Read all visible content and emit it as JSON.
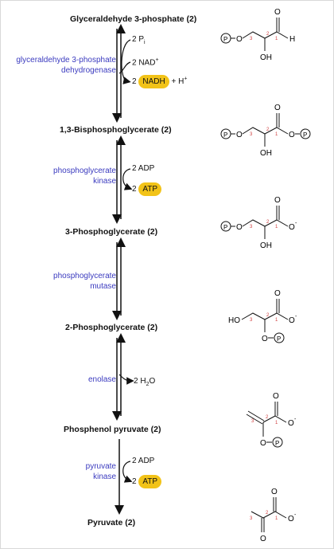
{
  "compounds": [
    "Glyceraldehyde 3-phosphate (2)",
    "1,3-Bisphosphoglycerate (2)",
    "3-Phosphoglycerate (2)",
    "2-Phosphoglycerate (2)",
    "Phosphenol pyruvate (2)",
    "Pyruvate (2)"
  ],
  "enzymes": {
    "e1": [
      "glyceraldehyde 3-phosphate",
      "dehydrogenase"
    ],
    "e2": [
      "phosphoglycerate",
      "kinase"
    ],
    "e3": [
      "phosphoglycerate",
      "mutase"
    ],
    "e4": [
      "enolase"
    ],
    "e5": [
      "pyruvate",
      "kinase"
    ]
  },
  "reagents": {
    "s1": {
      "pi_coef": "2 P",
      "pi_sub": "i",
      "nad_coef": "2 NAD",
      "nad_sup": "+",
      "nadh_coef": "2",
      "nadh": "NADH",
      "h_plus": "+ H",
      "h_sup": "+"
    },
    "s2": {
      "adp": "2 ADP",
      "atp_coef": "2",
      "atp": "ATP"
    },
    "s4": {
      "water_coef": "2 H",
      "water_sub": "2",
      "water_end": "O"
    },
    "s5": {
      "adp": "2 ADP",
      "atp_coef": "2",
      "atp": "ATP"
    }
  },
  "structure_labels": {
    "P": "P",
    "O": "O",
    "OH": "OH",
    "HO": "HO",
    "H": "H",
    "O_minus": "O",
    "minus": "-",
    "n1": "1",
    "n2": "2",
    "n3": "3"
  },
  "colors": {
    "enzyme": "#3b3bbf",
    "highlight": "#f2c318",
    "carbon_number": "#d04040"
  }
}
